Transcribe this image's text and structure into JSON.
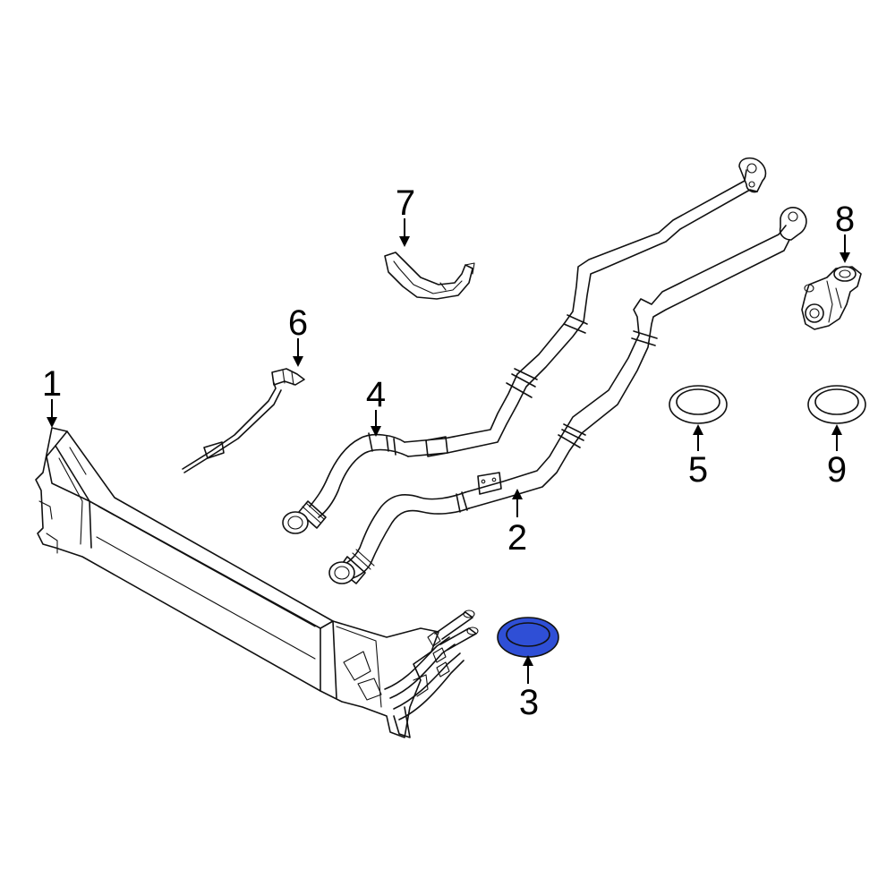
{
  "highlight_color": "#2f4fd6",
  "callouts": {
    "c1": "1",
    "c2": "2",
    "c3": "3",
    "c4": "4",
    "c5": "5",
    "c6": "6",
    "c7": "7",
    "c8": "8",
    "c9": "9"
  },
  "highlighted_part": "3"
}
